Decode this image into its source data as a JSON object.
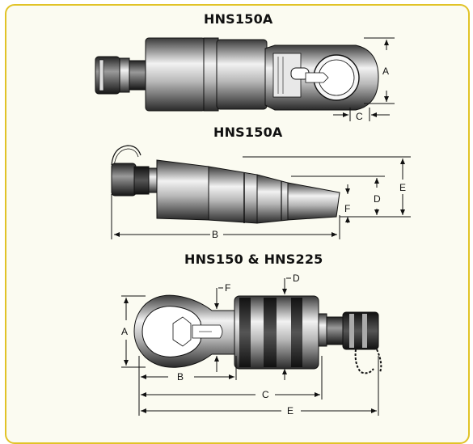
{
  "titles": {
    "top": "HNS150A",
    "middle": "HNS150A",
    "bottom": "HNS150 & HNS225"
  },
  "top_view": {
    "dim_a": "A",
    "dim_c": "C"
  },
  "side_view": {
    "dim_b": "B",
    "dim_d": "D",
    "dim_e": "E",
    "dim_f": "F"
  },
  "bottom_view": {
    "dim_a": "A",
    "dim_b": "B",
    "dim_c": "C",
    "dim_d": "D",
    "dim_e": "E",
    "dim_f": "F"
  },
  "colors": {
    "frame_border": "#e1c327",
    "frame_fill": "#fbfbf1",
    "ink": "#111111"
  }
}
